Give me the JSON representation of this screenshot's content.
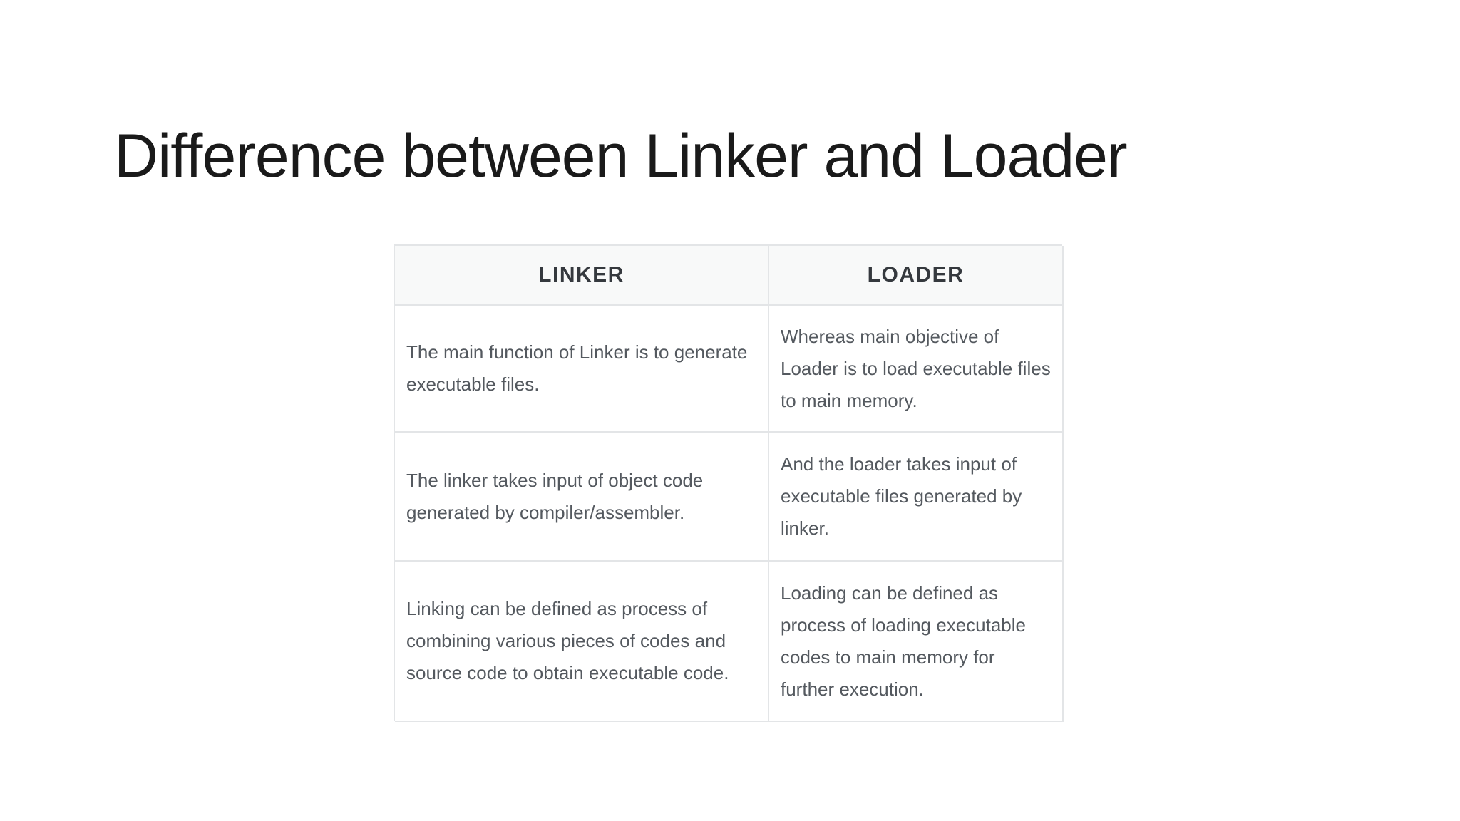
{
  "slide": {
    "title": "Difference between Linker and Loader",
    "table": {
      "headers": [
        "LINKER",
        "LOADER"
      ],
      "rows": [
        [
          "The main function of Linker is to generate executable files.",
          "Whereas main objective of Loader is to load executable files to main memory."
        ],
        [
          "The linker takes input of object code generated by compiler/assembler.",
          "And the loader takes input of executable files generated by linker."
        ],
        [
          "Linking can be defined as process of combining various pieces of codes and source code to obtain executable code.",
          "Loading can be defined as process of loading executable codes to main memory for further execution."
        ]
      ]
    },
    "colors": {
      "background": "#ffffff",
      "title_text": "#1a1a1a",
      "header_bg": "#f8f9f9",
      "header_text": "#35393e",
      "body_text": "#54595f",
      "border": "#e3e5e7"
    }
  }
}
